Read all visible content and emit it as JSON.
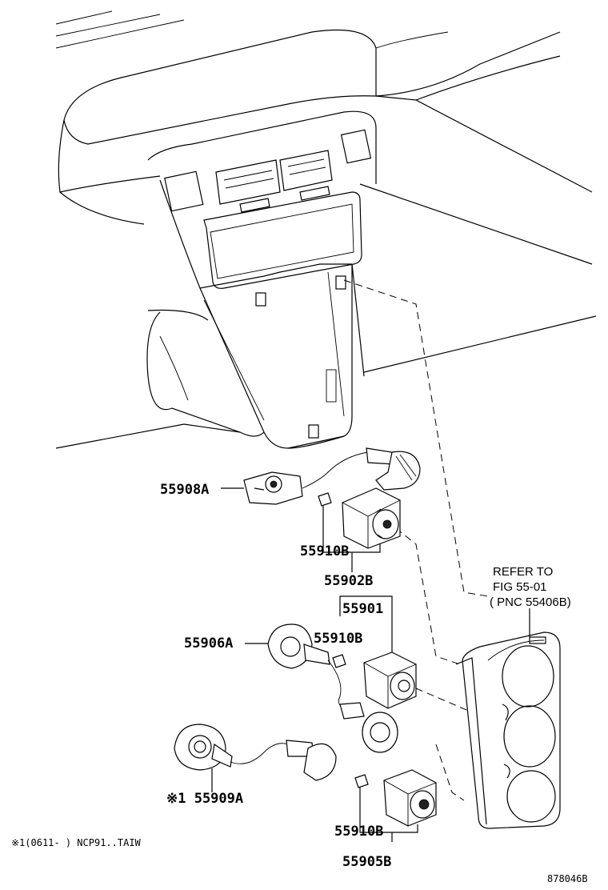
{
  "labels": {
    "p55908A": "55908A",
    "p55910B_1": "55910B",
    "p55902B": "55902B",
    "p55901": "55901",
    "p55906A": "55906A",
    "p55910B_2": "55910B",
    "p55909A": "※1 55909A",
    "p55910B_3": "55910B",
    "p55905B": "55905B"
  },
  "refer": {
    "line1": "REFER TO",
    "line2": "FIG 55-01",
    "line3": "( PNC 55406B)"
  },
  "footnote": "※1(0611-    )  NCP91..TAIW",
  "diagram_id": "878046B"
}
